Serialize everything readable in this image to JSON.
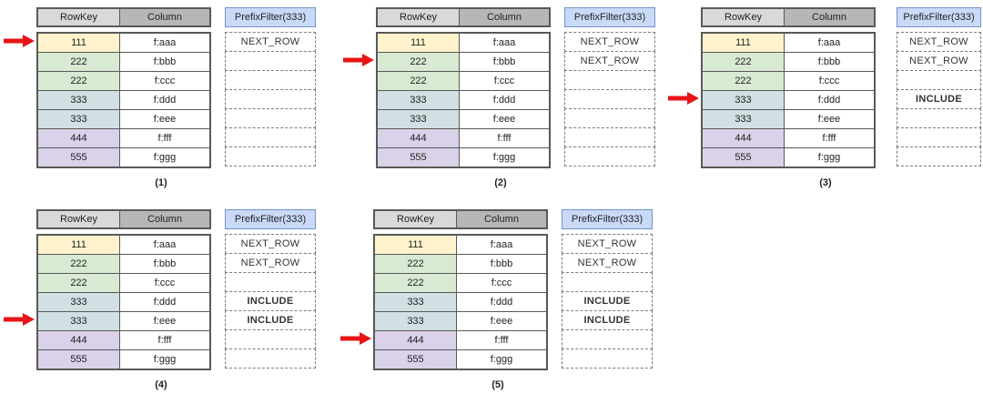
{
  "table": {
    "headers": [
      "RowKey",
      "Column"
    ],
    "rows": [
      {
        "rowkey": "111",
        "column": "f:aaa",
        "color": "#fff2cc"
      },
      {
        "rowkey": "222",
        "column": "f:bbb",
        "color": "#d9ead3"
      },
      {
        "rowkey": "222",
        "column": "f:ccc",
        "color": "#d9ead3"
      },
      {
        "rowkey": "333",
        "column": "f:ddd",
        "color": "#d0e0e3"
      },
      {
        "rowkey": "333",
        "column": "f:eee",
        "color": "#d0e0e3"
      },
      {
        "rowkey": "444",
        "column": "f:fff",
        "color": "#d9d2e9"
      },
      {
        "rowkey": "555",
        "column": "f:ggg",
        "color": "#d9d2e9"
      }
    ]
  },
  "diagrams": [
    {
      "label": "(1)",
      "arrow_points_to_row": 1,
      "filter": {
        "title": "PrefixFilter(333)",
        "cells": [
          {
            "text": "NEXT_ROW",
            "weight": "normal"
          },
          {
            "text": "",
            "weight": "normal"
          },
          {
            "text": "",
            "weight": "normal"
          },
          {
            "text": "",
            "weight": "normal"
          },
          {
            "text": "",
            "weight": "normal"
          },
          {
            "text": "",
            "weight": "normal"
          },
          {
            "text": "",
            "weight": "normal"
          }
        ]
      }
    },
    {
      "label": "(2)",
      "arrow_points_to_row": 2,
      "filter": {
        "title": "PrefixFilter(333)",
        "cells": [
          {
            "text": "NEXT_ROW",
            "weight": "normal"
          },
          {
            "text": "NEXT_ROW",
            "weight": "normal"
          },
          {
            "text": "",
            "weight": "normal"
          },
          {
            "text": "",
            "weight": "normal"
          },
          {
            "text": "",
            "weight": "normal"
          },
          {
            "text": "",
            "weight": "normal"
          },
          {
            "text": "",
            "weight": "normal"
          }
        ]
      }
    },
    {
      "label": "(3)",
      "arrow_points_to_row": 4,
      "filter": {
        "title": "PrefixFilter(333)",
        "cells": [
          {
            "text": "NEXT_ROW",
            "weight": "normal"
          },
          {
            "text": "NEXT_ROW",
            "weight": "normal"
          },
          {
            "text": "",
            "weight": "normal"
          },
          {
            "text": "INCLUDE",
            "weight": "bold"
          },
          {
            "text": "",
            "weight": "normal"
          },
          {
            "text": "",
            "weight": "normal"
          },
          {
            "text": "",
            "weight": "normal"
          }
        ]
      }
    },
    {
      "label": "(4)",
      "arrow_points_to_row": 5,
      "filter": {
        "title": "PrefixFilter(333)",
        "cells": [
          {
            "text": "NEXT_ROW",
            "weight": "normal"
          },
          {
            "text": "NEXT_ROW",
            "weight": "normal"
          },
          {
            "text": "",
            "weight": "normal"
          },
          {
            "text": "INCLUDE",
            "weight": "bold"
          },
          {
            "text": "INCLUDE",
            "weight": "bold"
          },
          {
            "text": "",
            "weight": "normal"
          },
          {
            "text": "",
            "weight": "normal"
          }
        ]
      }
    },
    {
      "label": "(5)",
      "arrow_points_to_row": 6,
      "filter": {
        "title": "PrefixFilter(333)",
        "cells": [
          {
            "text": "NEXT_ROW",
            "weight": "normal"
          },
          {
            "text": "NEXT_ROW",
            "weight": "normal"
          },
          {
            "text": "",
            "weight": "normal"
          },
          {
            "text": "INCLUDE",
            "weight": "bold"
          },
          {
            "text": "INCLUDE",
            "weight": "bold"
          },
          {
            "text": "",
            "weight": "normal"
          },
          {
            "text": "",
            "weight": "normal"
          }
        ]
      }
    }
  ],
  "colors": {
    "rowkey_header_bg": "#d9d9d9",
    "column_header_bg": "#b7b7b7",
    "filter_header_bg": "#c9daf8",
    "filter_header_border": "#7093c9",
    "table_border": "#595959",
    "arrow_red": "#e81416"
  }
}
